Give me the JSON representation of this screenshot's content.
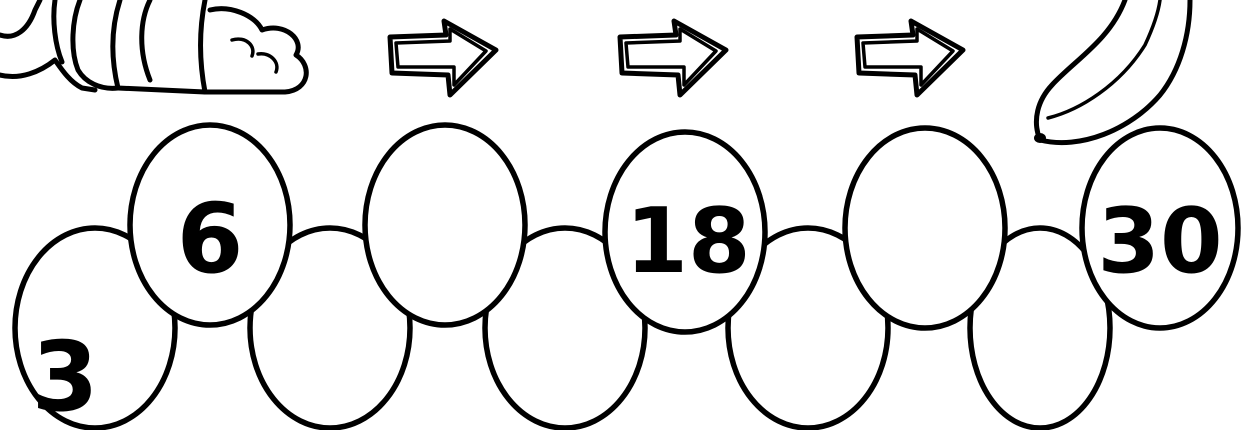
{
  "puzzle": {
    "sequence": [
      "3",
      "6",
      "",
      "",
      "",
      "18",
      "",
      "",
      "",
      "30"
    ],
    "icons": {
      "left": "monkey-icon",
      "right": "banana-icon",
      "arrows": "arrow-right-icon"
    },
    "colors": {
      "line": "#000000",
      "background": "#ffffff"
    }
  }
}
